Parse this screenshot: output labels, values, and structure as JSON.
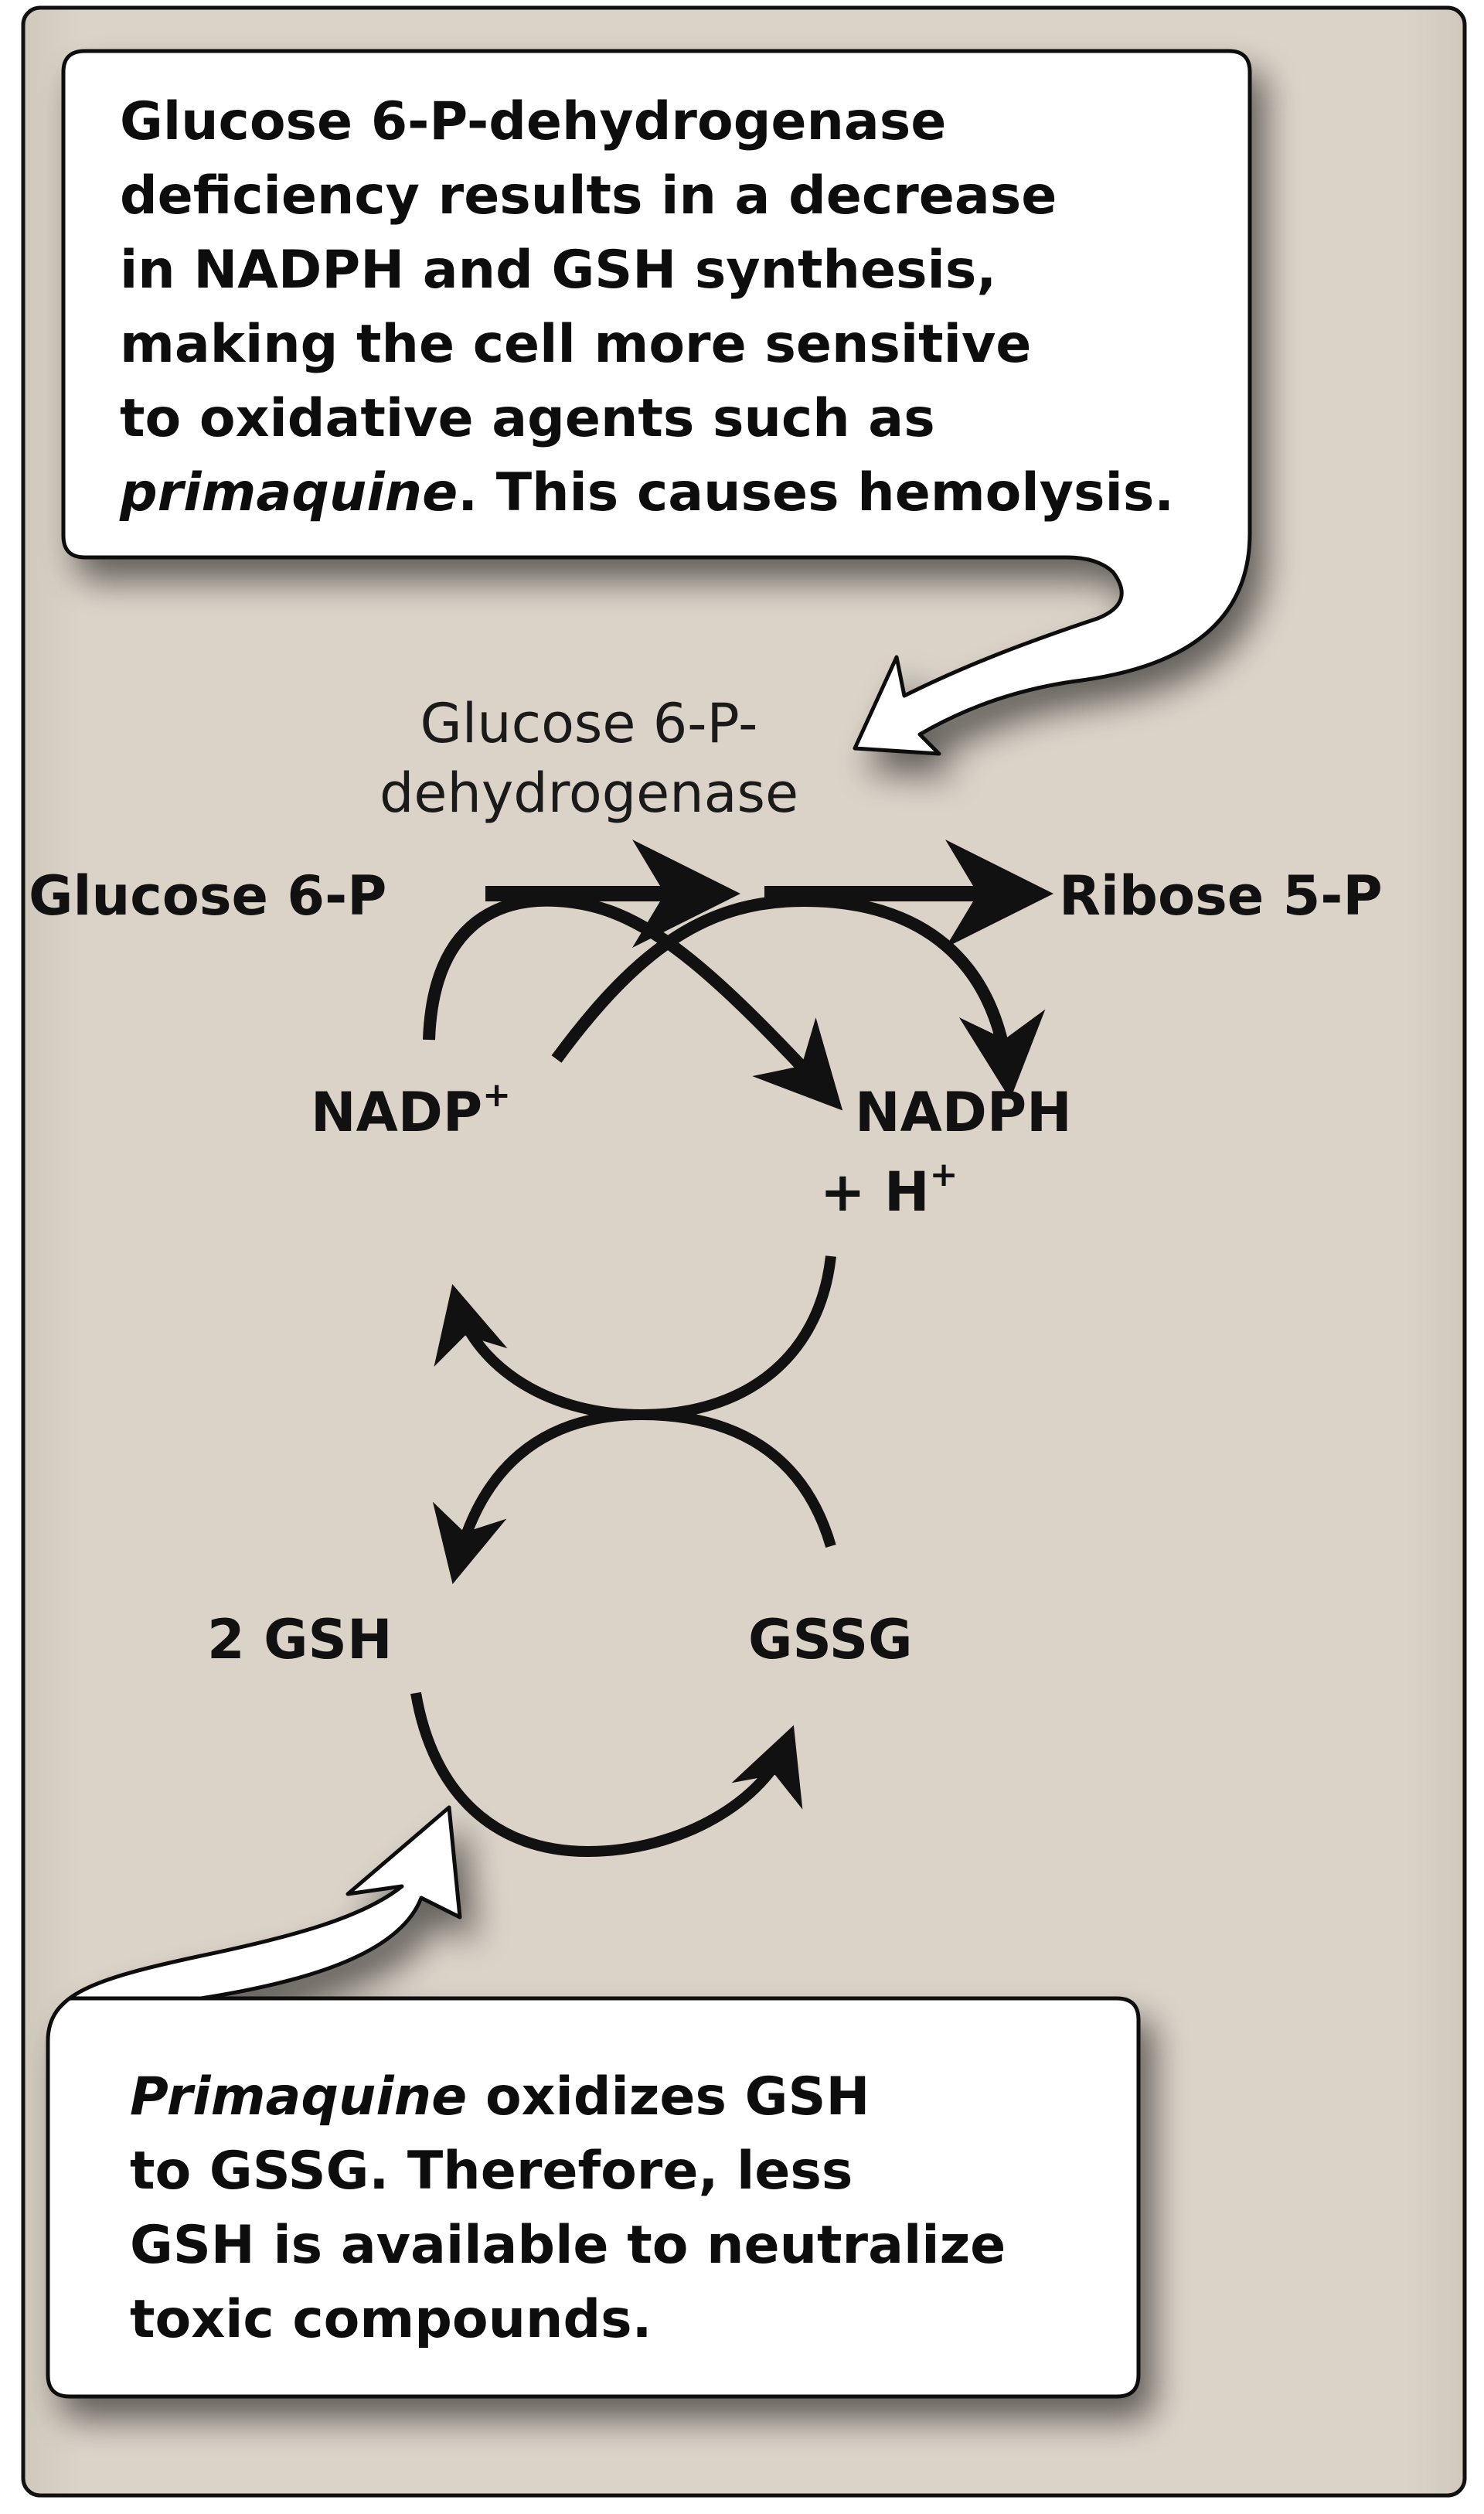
{
  "figure": {
    "background_color": "#dbd3c8",
    "callout_fill": "#ffffff",
    "stroke_color": "#111111"
  },
  "top_callout": {
    "lines": [
      {
        "parts": [
          {
            "text": "Glucose 6-P-dehydrogenase",
            "italic": false
          }
        ]
      },
      {
        "parts": [
          {
            "text": "deficiency results in a decrease",
            "italic": false
          }
        ]
      },
      {
        "parts": [
          {
            "text": "in NADPH and GSH synthesis,",
            "italic": false
          }
        ]
      },
      {
        "parts": [
          {
            "text": "making the cell more sensitive",
            "italic": false
          }
        ]
      },
      {
        "parts": [
          {
            "text": "to oxidative agents such as",
            "italic": false
          }
        ]
      },
      {
        "parts": [
          {
            "text": "primaquine",
            "italic": true
          },
          {
            "text": ". This causes hemolysis.",
            "italic": false
          }
        ]
      }
    ]
  },
  "enzyme_label": {
    "line1": "Glucose 6-P-",
    "line2": "dehydrogenase"
  },
  "metabolites": {
    "substrate": "Glucose 6-P",
    "product": "Ribose 5-P",
    "nadp": "NADP",
    "nadp_charge": "+",
    "nadph": "NADPH",
    "proton_prefix": "+ H",
    "proton_charge": "+",
    "gsh": "2 GSH",
    "gssg": "GSSG"
  },
  "bottom_callout": {
    "lines": [
      {
        "parts": [
          {
            "text": "Primaquine",
            "italic": true
          },
          {
            "text": " oxidizes GSH",
            "italic": false
          }
        ]
      },
      {
        "parts": [
          {
            "text": "to GSSG. Therefore, less",
            "italic": false
          }
        ]
      },
      {
        "parts": [
          {
            "text": "GSH is available to neutralize",
            "italic": false
          }
        ]
      },
      {
        "parts": [
          {
            "text": "toxic compounds.",
            "italic": false
          }
        ]
      }
    ]
  }
}
